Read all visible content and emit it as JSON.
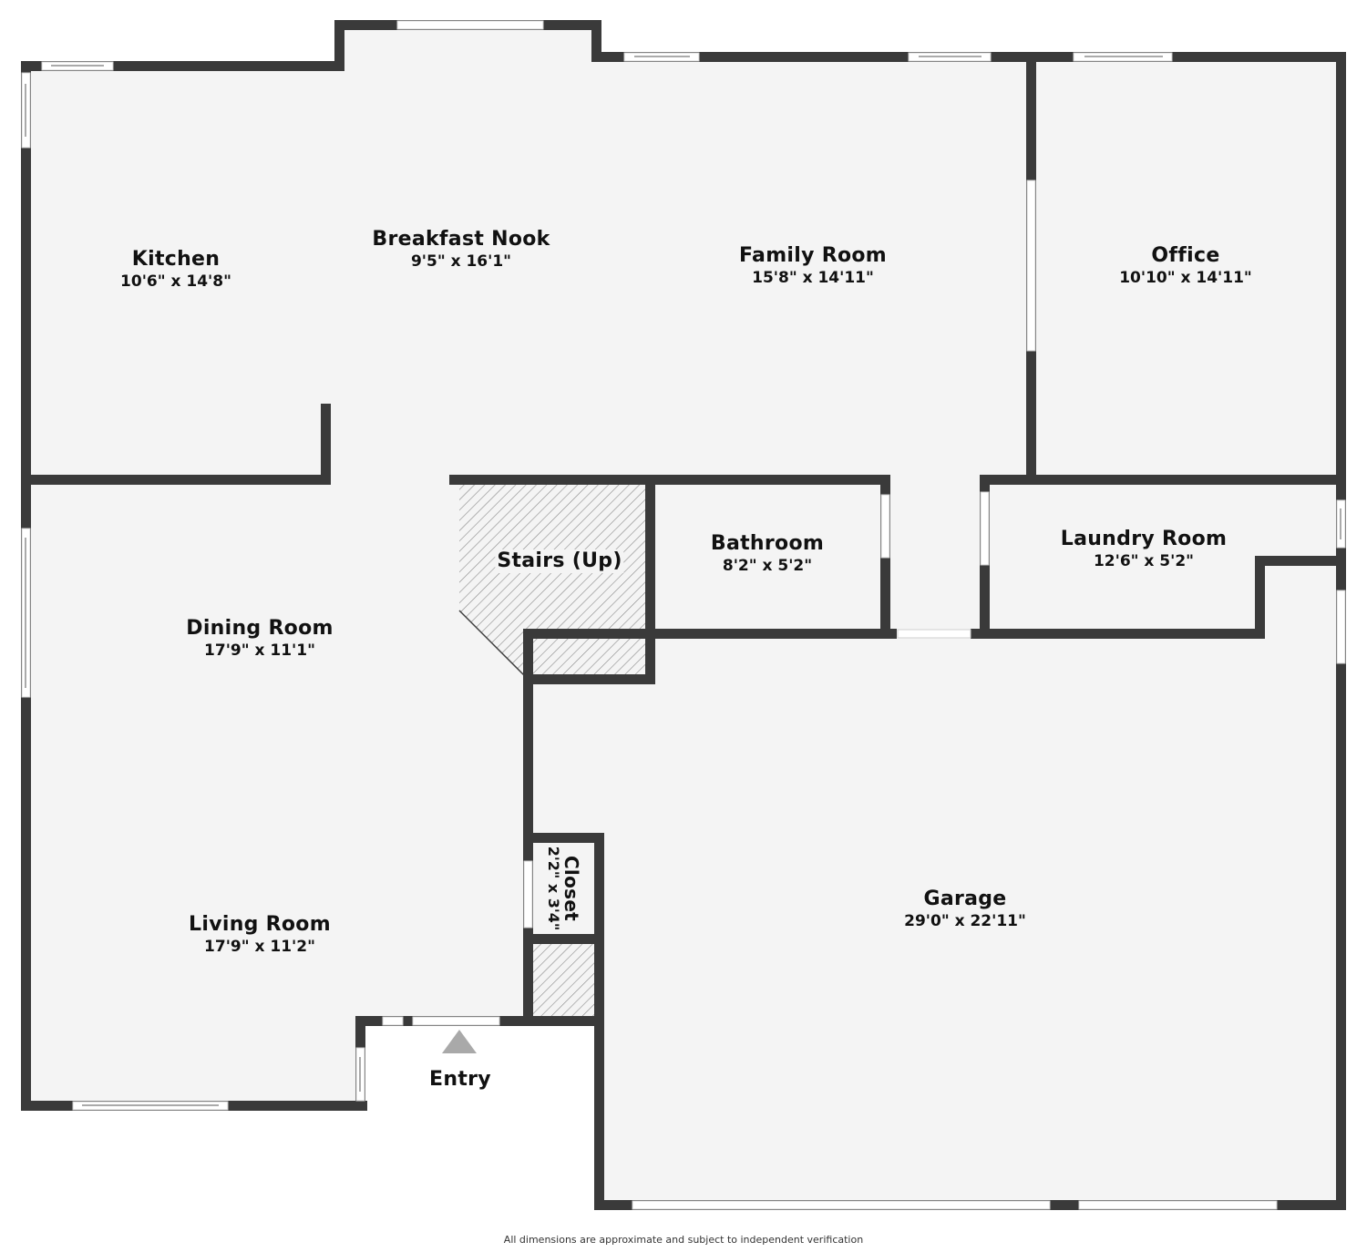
{
  "colors": {
    "wall": "#3a3a3a",
    "floor": "#f4f4f4",
    "background": "#ffffff",
    "window": "#ffffff",
    "entry_arrow": "#a9a9a9",
    "hatch": "#888888"
  },
  "rooms": [
    {
      "name": "Kitchen",
      "dimensions": "10'6\" x 14'8\""
    },
    {
      "name": "Breakfast Nook",
      "dimensions": "9'5\" x 16'1\""
    },
    {
      "name": "Family Room",
      "dimensions": "15'8\" x 14'11\""
    },
    {
      "name": "Office",
      "dimensions": "10'10\" x 14'11\""
    },
    {
      "name": "Stairs (Up)",
      "dimensions": ""
    },
    {
      "name": "Bathroom",
      "dimensions": "8'2\" x 5'2\""
    },
    {
      "name": "Laundry Room",
      "dimensions": "12'6\" x 5'2\""
    },
    {
      "name": "Dining Room",
      "dimensions": "17'9\" x 11'1\""
    },
    {
      "name": "Living Room",
      "dimensions": "17'9\" x 11'2\""
    },
    {
      "name": "Closet",
      "dimensions": "2'2\" x 3'4\""
    },
    {
      "name": "Garage",
      "dimensions": "29'0\" x 22'11\""
    },
    {
      "name": "Entry",
      "dimensions": ""
    }
  ],
  "footer": {
    "note": "All dimensions are approximate and subject to independent verification"
  }
}
